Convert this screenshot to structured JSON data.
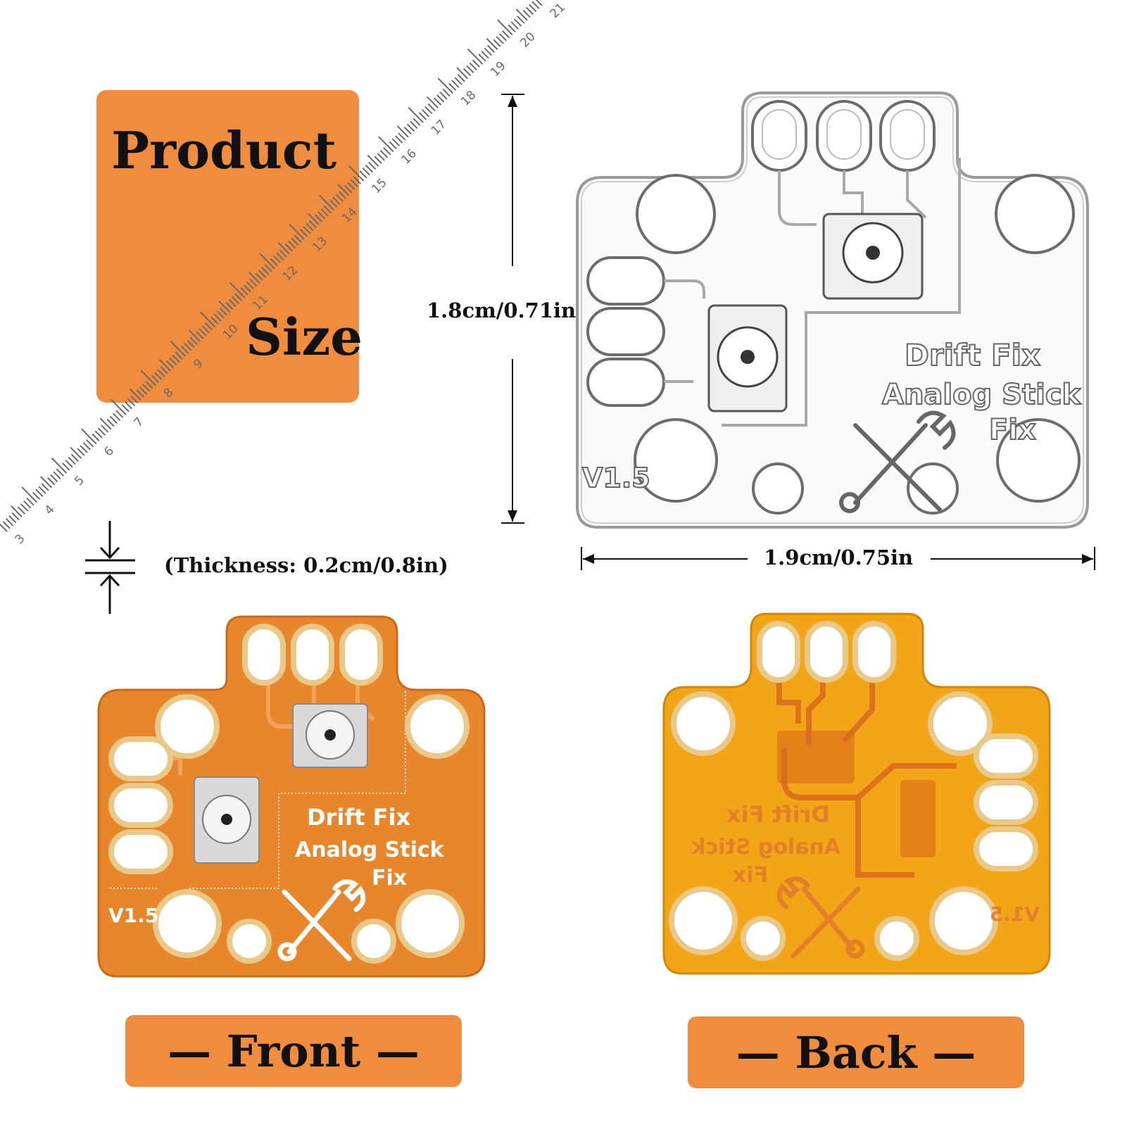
{
  "heading": {
    "line1": "Product",
    "line2": "Size"
  },
  "ruler": {
    "ticks": [
      "3",
      "4",
      "5",
      "6",
      "7",
      "8",
      "9",
      "10",
      "11",
      "12",
      "13",
      "14",
      "15",
      "16",
      "17",
      "18",
      "19",
      "20",
      "21"
    ]
  },
  "dimensions": {
    "height": "1.8cm/0.71in",
    "width": "1.9cm/0.75in",
    "thickness": "(Thickness: 0.2cm/0.8in)"
  },
  "pcb": {
    "line1": "Drift Fix",
    "line2": "Analog Stick",
    "line3": "Fix",
    "version": "V1.5"
  },
  "labels": {
    "front": "— Front —",
    "back": "— Back —"
  },
  "colors": {
    "accent": "#ef8c3e",
    "front_board": "#e8862c",
    "back_board": "#f2a516",
    "gold": "#e9c98a"
  },
  "icons": [
    "ruler-icon",
    "wrench-screwdriver-icon",
    "potentiometer-icon"
  ]
}
